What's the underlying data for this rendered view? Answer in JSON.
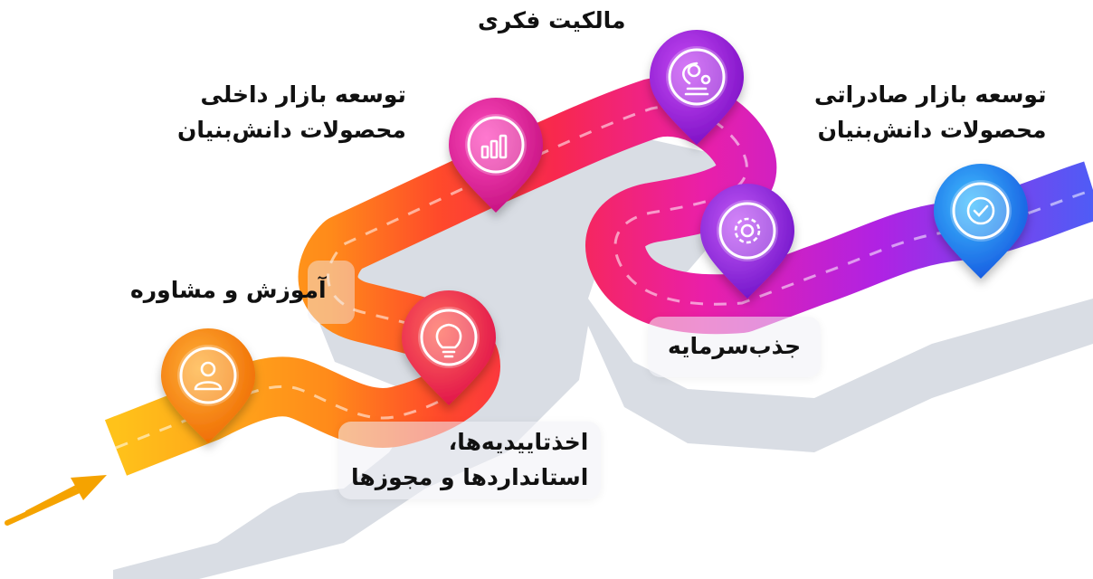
{
  "milestones": [
    {
      "label_lines": [
        "مالکیت فکری"
      ],
      "icon": "lightbulb-gears-icon",
      "color": "#a21ce0"
    },
    {
      "label_lines": [
        "توسعه بازار داخلی",
        "محصولات دانش‌بنیان"
      ],
      "icon": "bar-chart-icon",
      "color": "#e01d9b"
    },
    {
      "label_lines": [
        "توسعه بازار صادراتی",
        "محصولات دانش‌بنیان"
      ],
      "icon": "check-circle-icon",
      "color": "#1b72f2"
    },
    {
      "label_lines": [
        "آموزش و مشاوره"
      ],
      "icon": "user-icon",
      "color": "#f58a12"
    },
    {
      "label_lines": [
        "جذب‌سرمایه"
      ],
      "icon": "gear-icon",
      "color": "#8c1cd9"
    },
    {
      "label_lines": [
        "اخذ‌تاییدیه‌ها،",
        "استانداردها و مجوزها"
      ],
      "icon": "lightbulb-icon",
      "color": "#f4373f"
    }
  ],
  "colors": {
    "road_start": "#ffc21a",
    "road_orange": "#ff6a1c",
    "road_red": "#f8284e",
    "road_magenta": "#ea1fa8",
    "road_purple": "#a424e8",
    "road_end": "#5b55f5",
    "arrow": "#f5a300",
    "side_wall": "#d9dde4"
  }
}
